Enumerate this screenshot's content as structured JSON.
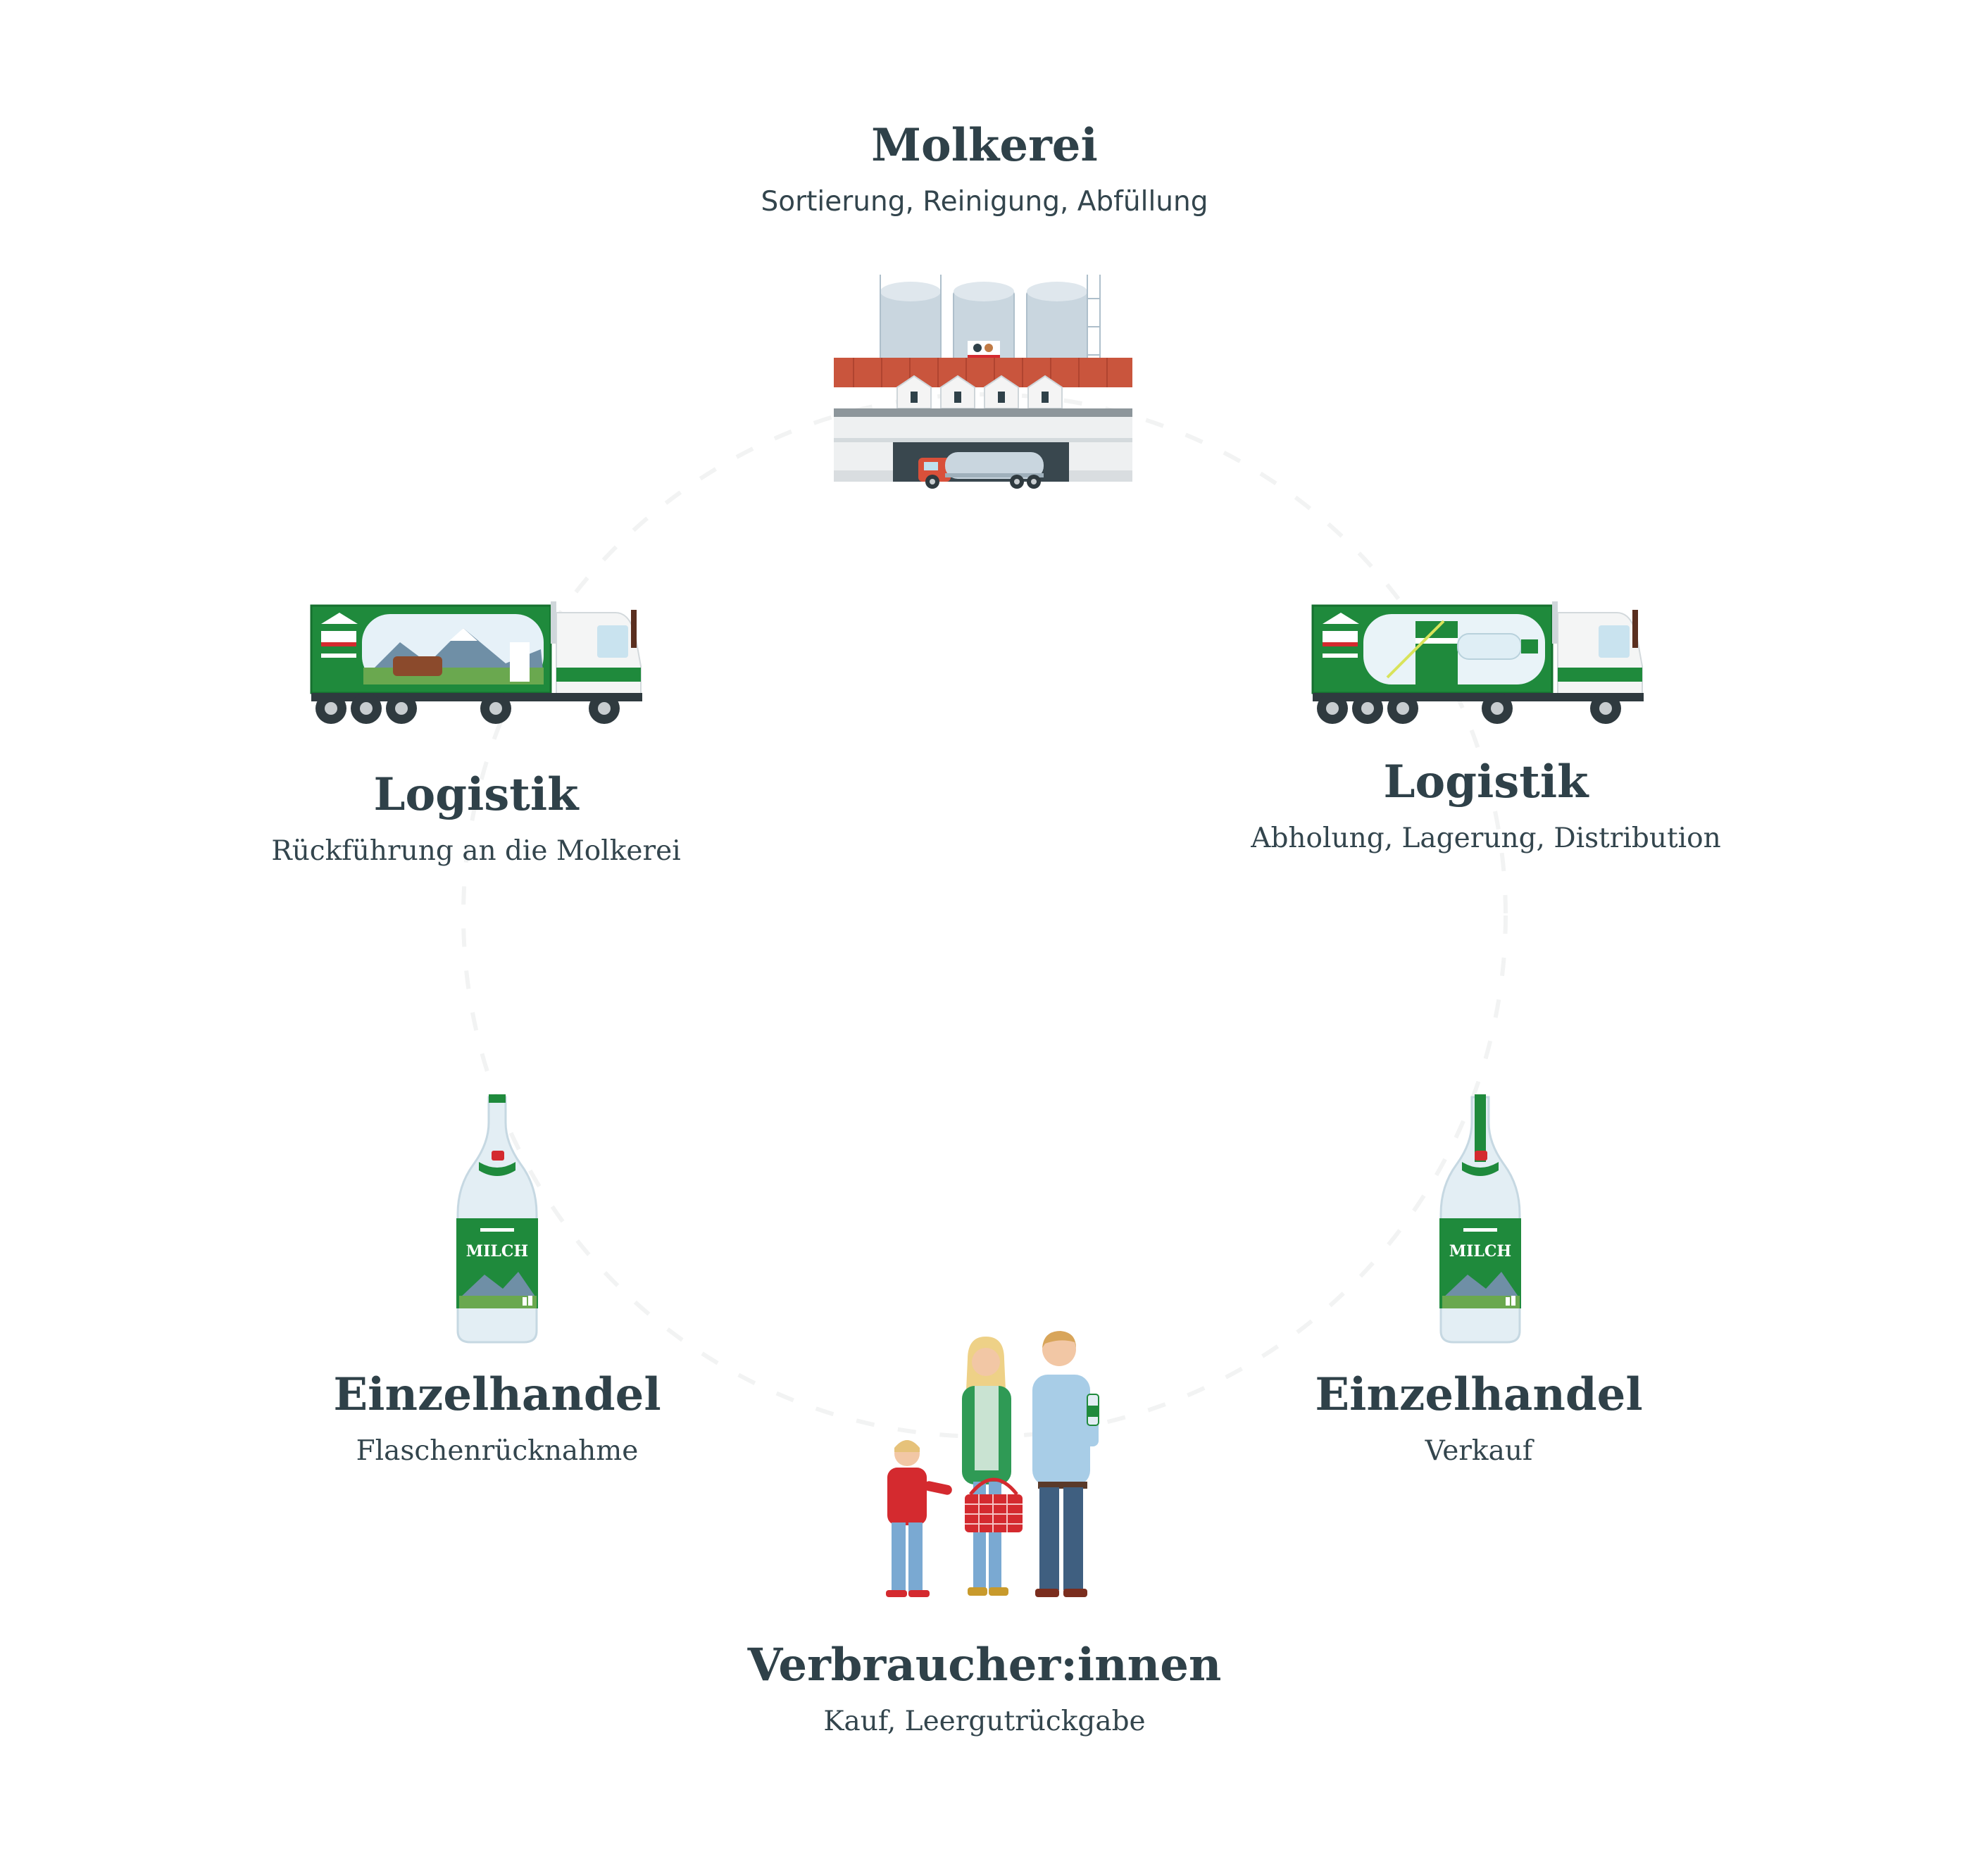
{
  "stations": {
    "molkerei": {
      "title": "Molkerei",
      "subtitle": "Sortierung, Reinigung, Abfüllung",
      "icon": "dairy-factory-icon"
    },
    "logistik_right": {
      "title": "Logistik",
      "subtitle": "Abholung, Lagerung, Distribution",
      "icon": "delivery-truck-icon"
    },
    "einzelhandel_right": {
      "title": "Einzelhandel",
      "subtitle": "Verkauf",
      "icon": "milk-bottle-icon"
    },
    "verbraucher": {
      "title": "Verbraucher:innen",
      "subtitle": "Kauf, Leergutrückgabe",
      "icon": "family-shopping-icon"
    },
    "einzelhandel_left": {
      "title": "Einzelhandel",
      "subtitle": "Flaschenrücknahme",
      "icon": "milk-bottle-icon"
    },
    "logistik_left": {
      "title": "Logistik",
      "subtitle": "Rückführung an die Molkerei",
      "icon": "delivery-truck-icon"
    }
  },
  "labels": {
    "bottle_label": "MILCH"
  },
  "colors": {
    "text": "#2f4149",
    "brand_green": "#1f8a3c",
    "accent_red": "#d42a2f",
    "ring": "#f2f3f3"
  }
}
